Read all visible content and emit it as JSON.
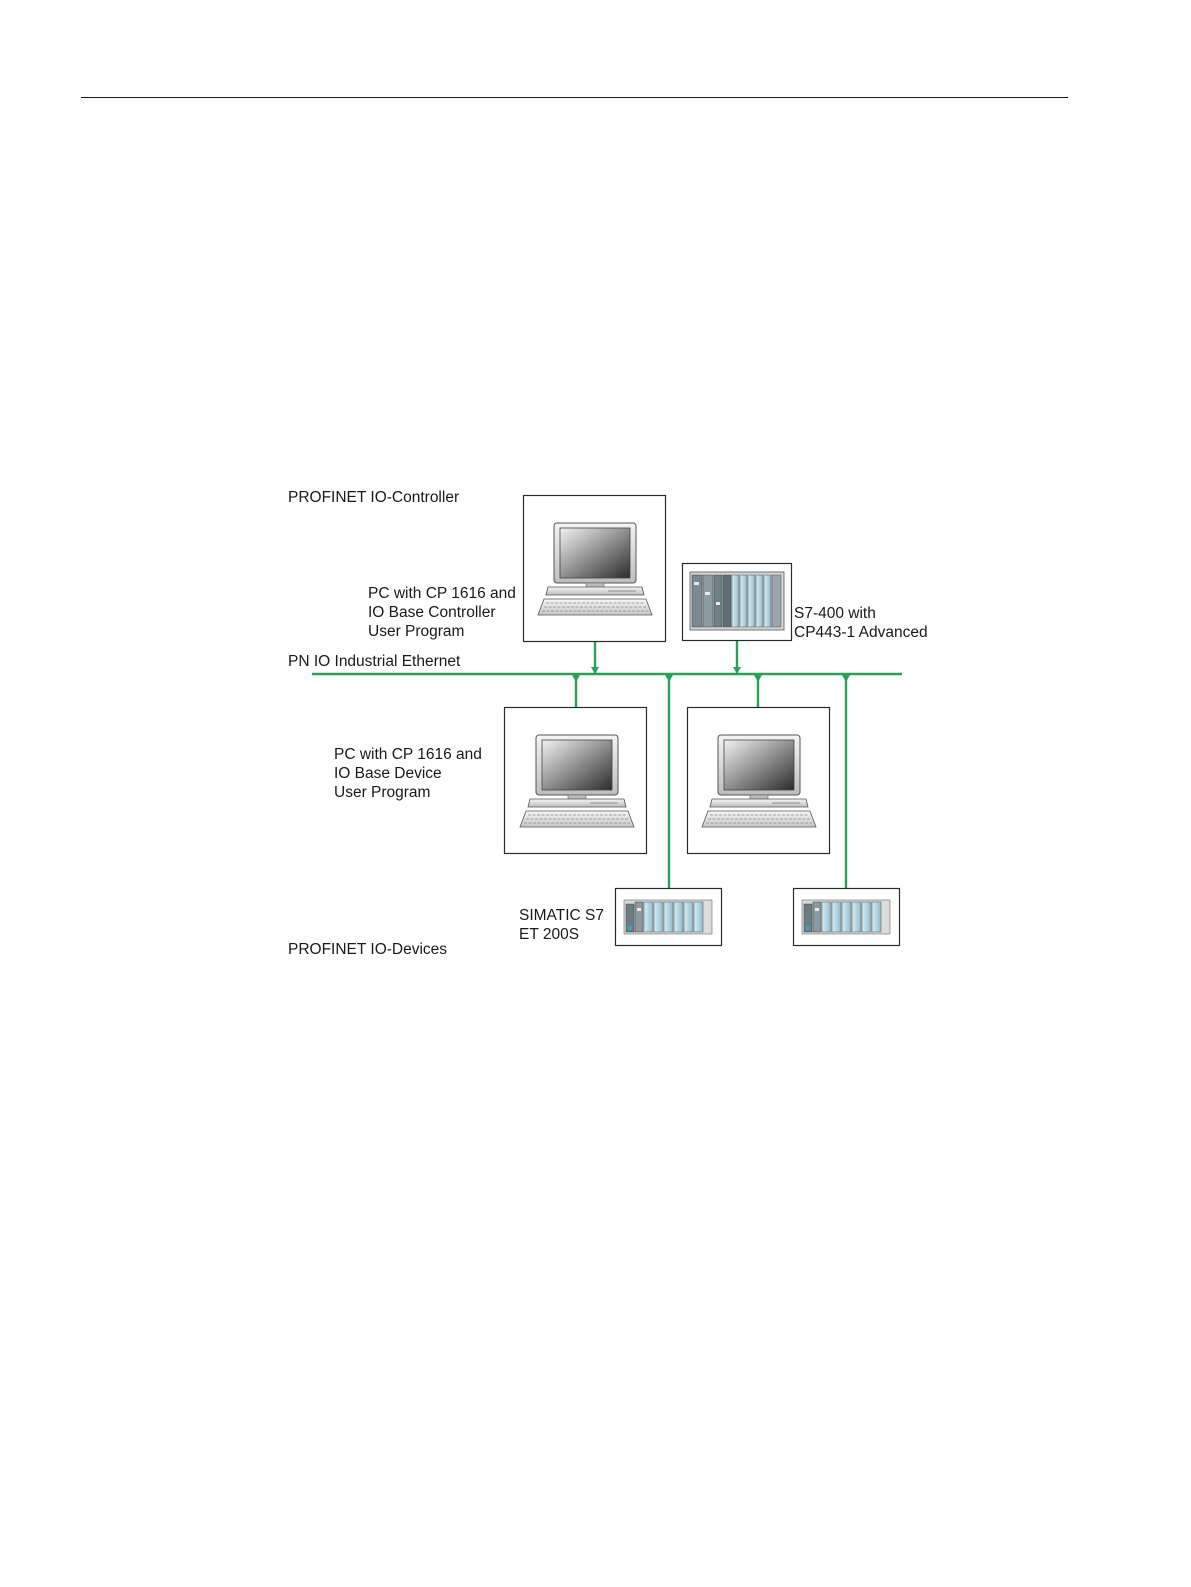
{
  "colors": {
    "network": "#2aa05a",
    "box_border": "#2b2b2b",
    "text": "#1a1a1a",
    "rule": "#1a1a1a",
    "module_blue": "#b9dbe6"
  },
  "diagram": {
    "controller_heading": "PROFINET IO-Controller",
    "devices_heading": "PROFINET IO-Devices",
    "network_label": "PN IO Industrial Ethernet",
    "pc_controller_label": [
      "PC with CP 1616 and",
      "IO Base Controller",
      "User Program"
    ],
    "s7_400_label": [
      "S7-400 with",
      "CP443-1 Advanced"
    ],
    "pc_device_label": [
      "PC with CP 1616 and",
      "IO Base Device",
      "User Program"
    ],
    "et200s_label": [
      "SIMATIC S7",
      "ET 200S"
    ]
  },
  "icons": [
    "pc-icon",
    "s7-400-rack-icon",
    "et200s-station-icon"
  ]
}
